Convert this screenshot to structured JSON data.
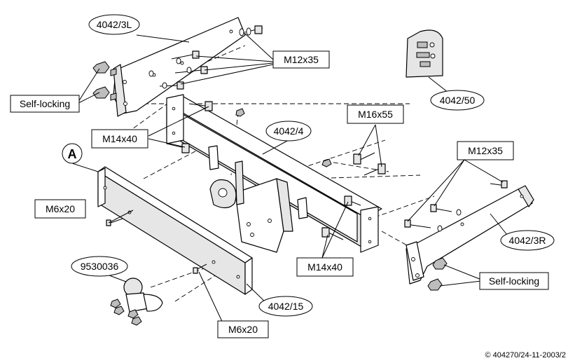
{
  "labels": {
    "l_4042_3L": "4042/3L",
    "l_m12x35_top": "M12x35",
    "l_self_locking_left": "Self-locking",
    "l_4042_50": "4042/50",
    "l_m16x55": "M16x55",
    "l_m14x40_left": "M14x40",
    "l_4042_4": "4042/4",
    "l_A": "A",
    "l_m12x35_right": "M12x35",
    "l_m6x20_left": "M6x20",
    "l_4042_3R": "4042/3R",
    "l_m14x40_bottom": "M14x40",
    "l_9530036": "9530036",
    "l_self_locking_right": "Self-locking",
    "l_4042_15": "4042/15",
    "l_m6x20_bottom": "M6x20"
  },
  "copyright": "© 404270/24-11-2003/2"
}
